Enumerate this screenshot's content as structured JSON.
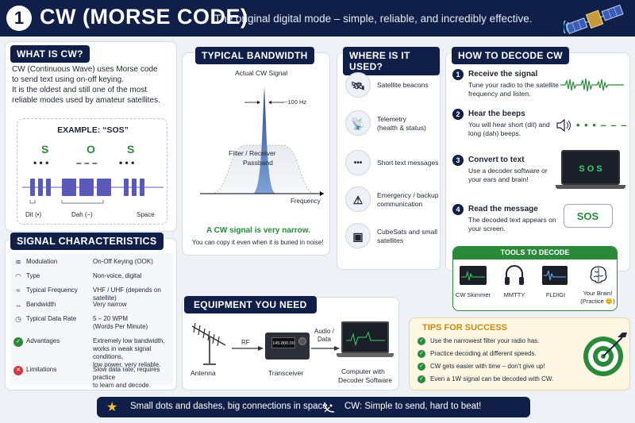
{
  "header": {
    "number": "1",
    "title": "CW (MORSE CODE)",
    "subtitle": "The original digital mode – simple, reliable, and incredibly effective."
  },
  "what": {
    "title": "WHAT IS CW?",
    "line1": "CW (Continuous Wave) uses Morse code",
    "line2": "to send text using on-off keying.",
    "line3": "It is the oldest and still one of the most",
    "line4": "reliable modes used by amateur satellites.",
    "example_title": "EXAMPLE: “SOS”",
    "letters": [
      "S",
      "O",
      "S"
    ],
    "symbols": [
      "• • •",
      "– – –",
      "• • •"
    ],
    "dit": "Dit (•)",
    "dah": "Dah (–)",
    "space": "Space"
  },
  "signal": {
    "title": "SIGNAL CHARACTERISTICS",
    "rows": [
      {
        "icon": "modulation-icon",
        "label": "Modulation",
        "value": "On-Off Keying (OOK)"
      },
      {
        "icon": "wifi-icon",
        "label": "Type",
        "value": "Non-voice, digital"
      },
      {
        "icon": "frequency-icon",
        "label": "Typical Frequency",
        "value": "VHF / UHF (depends on satellite)"
      },
      {
        "icon": "bandwidth-icon",
        "label": "Bandwidth",
        "value": "Very narrow"
      },
      {
        "icon": "speed-icon",
        "label": "Typical Data Rate",
        "value": "5 – 20 WPM",
        "value2": "(Words Per Minute)"
      },
      {
        "icon": "check-icon",
        "label": "Advantages",
        "value": "Extremely low bandwidth,",
        "value2": "works in weak signal conditions,",
        "value3": "low power, very reliable."
      },
      {
        "icon": "x-icon",
        "label": "Limitations",
        "value": "Slow data rate, requires practice",
        "value2": "to learn and decode."
      }
    ]
  },
  "bandwidth": {
    "title": "TYPICAL BANDWIDTH",
    "actual": "Actual CW Signal",
    "hz": "~100 Hz",
    "filter1": "Filter / Receiver",
    "filter2": "Passband",
    "freq": "Frequency",
    "note": "A CW signal is very narrow.",
    "note2": "You can copy it even when it is buried in noise!"
  },
  "where": {
    "title": "WHERE IS IT USED?",
    "items": [
      {
        "icon": "satellite-icon",
        "l1": "Satellite beacons",
        "l2": ""
      },
      {
        "icon": "dish-icon",
        "l1": "Telemetry",
        "l2": "(health & status)"
      },
      {
        "icon": "chat-icon",
        "l1": "Short text messages",
        "l2": ""
      },
      {
        "icon": "emergency-icon",
        "l1": "Emergency / backup",
        "l2": "communication"
      },
      {
        "icon": "cubesat-icon",
        "l1": "CubeSats and small",
        "l2": "satellites"
      }
    ]
  },
  "decode": {
    "title": "HOW TO DECODE CW",
    "steps": [
      {
        "n": "1",
        "t": "Receive the signal",
        "d1": "Tune your radio to the satellite",
        "d2": "frequency and listen."
      },
      {
        "n": "2",
        "t": "Hear the beeps",
        "d1": "You will hear short (dit) and",
        "d2": "long (dah) beeps."
      },
      {
        "n": "3",
        "t": "Convert to text",
        "d1": "Use a decoder software or",
        "d2": "your ears and brain!"
      },
      {
        "n": "4",
        "t": "Read the message",
        "d1": "The decoded text appears on",
        "d2": "your screen."
      }
    ],
    "beeps": "• • • – – –",
    "screen_text": "S O S",
    "msg": "SOS"
  },
  "tools": {
    "title": "TOOLS TO DECODE",
    "items": [
      "CW Skimmer",
      "MMTTY",
      "FLDIGI",
      "Your Brain!"
    ],
    "practice": "(Practice 😊)"
  },
  "equipment": {
    "title": "EQUIPMENT YOU NEED",
    "antenna": "Antenna",
    "rf": "RF",
    "transceiver": "Transceiver",
    "radio_display": "145.800.00",
    "audio1": "Audio /",
    "audio2": "Data",
    "computer1": "Computer with",
    "computer2": "Decoder Software"
  },
  "tips": {
    "title": "TIPS FOR SUCCESS",
    "items": [
      "Use the narrowest filter your radio has.",
      "Practice decoding at different speeds.",
      "CW gets easier with time – don't give up!",
      "Even a 1W signal can be decoded with CW."
    ]
  },
  "footer": {
    "left": "Small dots and dashes, big connections in space.",
    "right": "CW: Simple to send, hard to beat!"
  },
  "colors": {
    "navy": "#0f1f47",
    "green": "#2a8a3a",
    "purple": "#5b59b8",
    "gold": "#c98a10"
  }
}
